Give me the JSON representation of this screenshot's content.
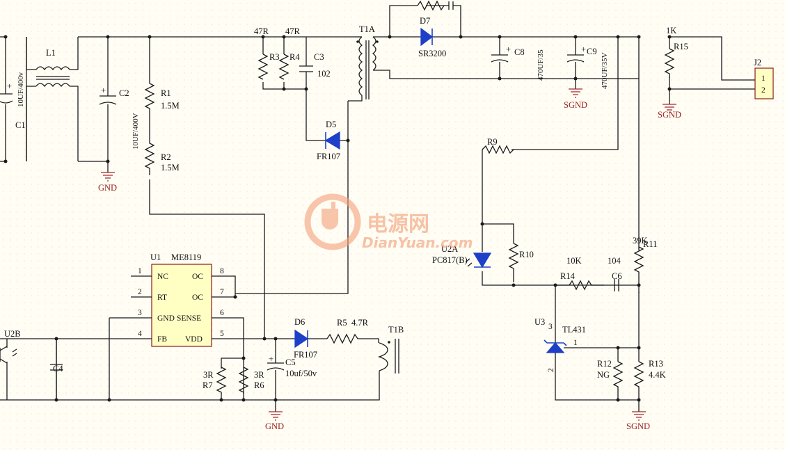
{
  "components": {
    "C1": {
      "ref": "C1",
      "value": "10UF/400v"
    },
    "L1": {
      "ref": "L1"
    },
    "C2": {
      "ref": "C2",
      "value": "10UF/400V"
    },
    "R1": {
      "ref": "R1",
      "value": "1.5M"
    },
    "R2": {
      "ref": "R2",
      "value": "1.5M"
    },
    "R3": {
      "ref": "R3",
      "value": "47R"
    },
    "R4": {
      "ref": "R4",
      "value": "47R"
    },
    "C3": {
      "ref": "C3",
      "value": "102"
    },
    "T1A": {
      "ref": "T1A"
    },
    "D5": {
      "ref": "D5",
      "value": "FR107"
    },
    "D7": {
      "ref": "D7",
      "value": "SR3200"
    },
    "C8": {
      "ref": "C8",
      "value": "470UF/35"
    },
    "C9": {
      "ref": "C9",
      "value": "470UF/35V"
    },
    "R15": {
      "ref": "R15",
      "value": "1K"
    },
    "J2": {
      "ref": "J2",
      "pin1": "1",
      "pin2": "2"
    },
    "R9": {
      "ref": "R9"
    },
    "U2A": {
      "ref": "U2A",
      "value": "PC817(B)"
    },
    "R10": {
      "ref": "R10"
    },
    "R11": {
      "ref": "R11",
      "value": "39K"
    },
    "R14": {
      "ref": "R14",
      "value": "10K"
    },
    "C6": {
      "ref": "C6",
      "value": "104"
    },
    "U3": {
      "ref": "U3",
      "value": "TL431",
      "pin1": "1",
      "pin2": "2",
      "pin3": "3"
    },
    "R12": {
      "ref": "R12",
      "value": "NG"
    },
    "R13": {
      "ref": "R13",
      "value": "4.4K"
    },
    "U1": {
      "ref": "U1",
      "value": "ME8119"
    },
    "D6": {
      "ref": "D6",
      "value": "FR107"
    },
    "R5": {
      "ref": "R5",
      "value": "4.7R"
    },
    "T1B": {
      "ref": "T1B"
    },
    "R7": {
      "ref": "R7",
      "value": "3R"
    },
    "R6": {
      "ref": "R6",
      "value": "3R"
    },
    "C5": {
      "ref": "C5",
      "value": "10uf/50v"
    },
    "C4": {
      "ref": "C4",
      "value": "C4"
    },
    "U2B": {
      "ref": "U2B"
    }
  },
  "u1_pins": {
    "left": [
      {
        "num": "1",
        "name": "NC"
      },
      {
        "num": "2",
        "name": "RT"
      },
      {
        "num": "3",
        "name": "GND"
      },
      {
        "num": "4",
        "name": "FB"
      }
    ],
    "right": [
      {
        "num": "8",
        "name": "OC"
      },
      {
        "num": "7",
        "name": "OC"
      },
      {
        "num": "6",
        "name": "SENSE"
      },
      {
        "num": "5",
        "name": "VDD"
      }
    ]
  },
  "grounds": {
    "gnd1": "GND",
    "gnd2": "GND",
    "sgnd1": "SGND",
    "sgnd2": "SGND",
    "sgnd3": "SGND"
  },
  "watermark": {
    "cn": "电源网",
    "en": "DianYuan.com"
  },
  "colors": {
    "background": "#fffdf4",
    "wire": "#1a1a1a",
    "semiconductor": "#1e3fc8",
    "ground_label": "#9b2020",
    "ic_fill": "#ffffc4",
    "watermark": "#f3a07a"
  }
}
